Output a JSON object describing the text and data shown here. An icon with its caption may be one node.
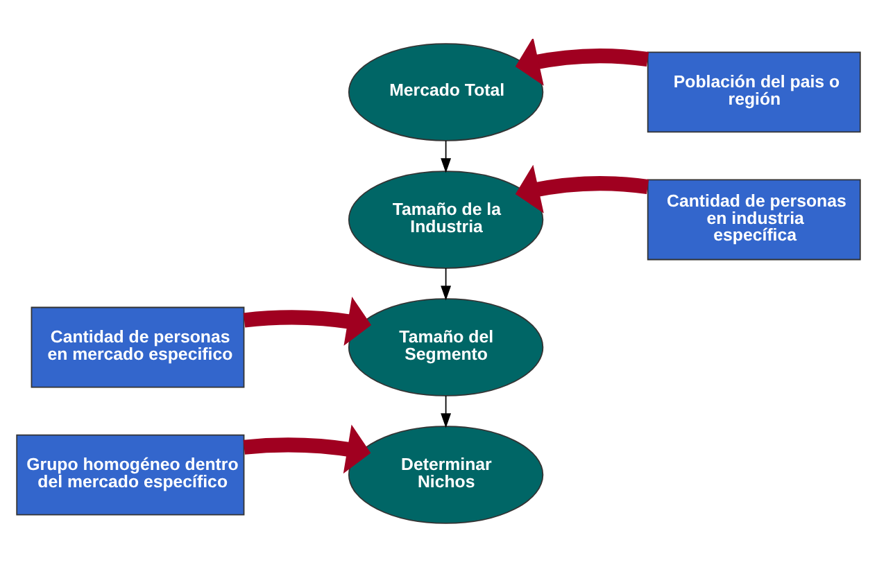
{
  "diagram": {
    "nodes": [
      {
        "text": [
          "Mercado Total"
        ]
      },
      {
        "text": [
          "Población del pais o región"
        ]
      },
      {
        "text": [
          "Tamaño de la Industria"
        ]
      },
      {
        "text": [
          "Cantidad de personas en industria específica"
        ]
      },
      {
        "text": [
          "Cantidad de personas en mercado especifico"
        ]
      },
      {
        "text": [
          "Tamaño del Segmento"
        ]
      },
      {
        "text": [
          "Grupo homogéneo dentro del mercado específico"
        ]
      },
      {
        "text": [
          "Determinar Nichos"
        ]
      }
    ],
    "edges": [
      {
        "from": 1,
        "to": 0,
        "arrow": "to"
      },
      {
        "from": 0,
        "to": 2,
        "arrow": "to",
        "color": "#000000"
      },
      {
        "from": 3,
        "to": 2,
        "arrow": "to"
      },
      {
        "from": 2,
        "to": 5,
        "arrow": "to",
        "color": "#000000"
      },
      {
        "from": 4,
        "to": 5,
        "arrow": "to"
      },
      {
        "from": 5,
        "to": 7,
        "arrow": "to",
        "color": "#000000"
      },
      {
        "from": 6,
        "to": 7,
        "arrow": "to"
      }
    ]
  }
}
